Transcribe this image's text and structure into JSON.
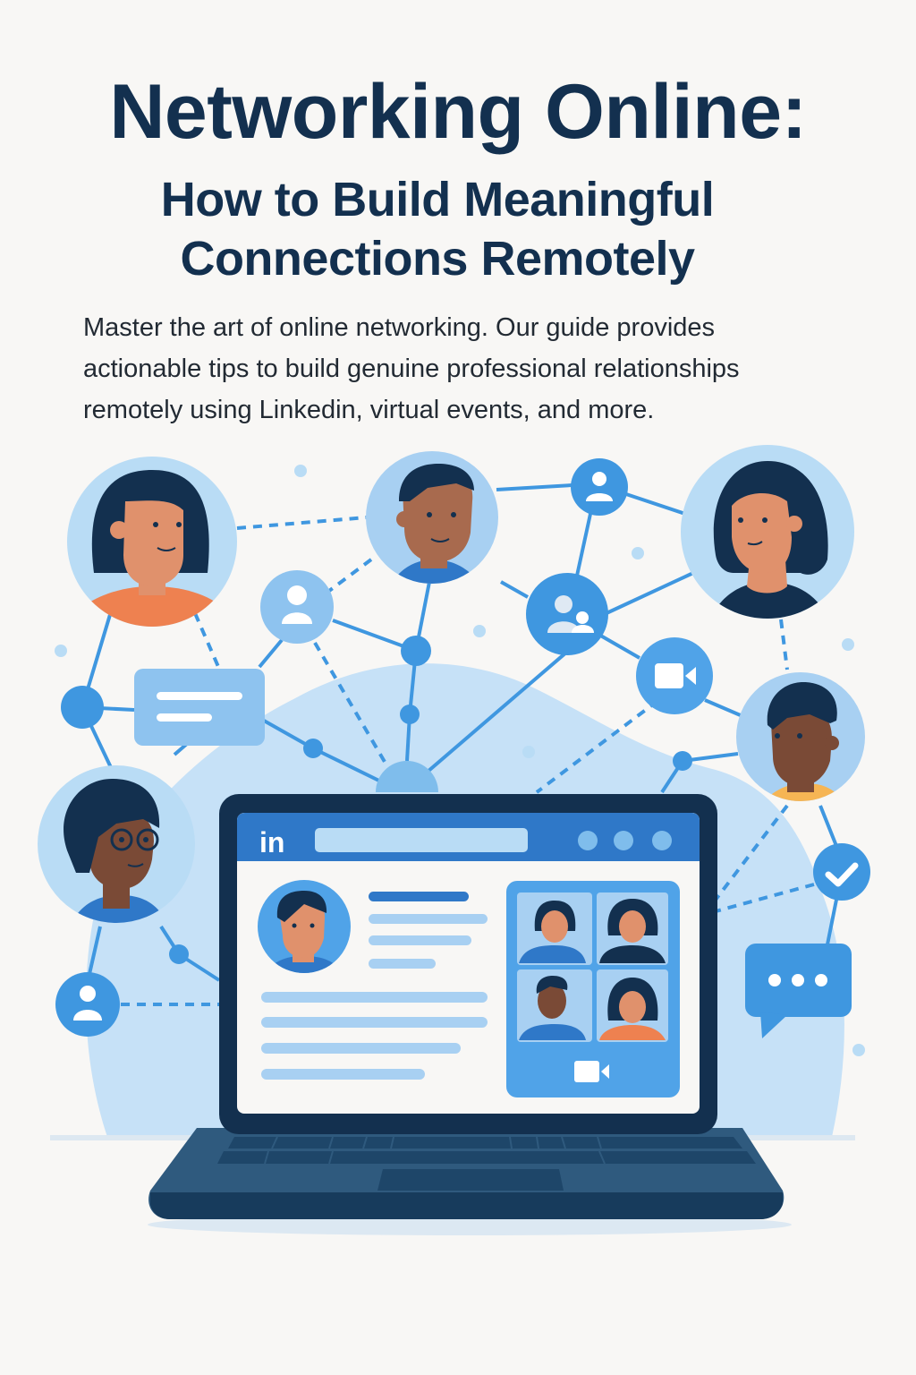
{
  "header": {
    "title": "Networking Online:",
    "subtitle_line1": "How to Build Meaningful",
    "subtitle_line2": "Connections Remotely"
  },
  "description": {
    "line1": "Master the art of online networking. Our guide provides",
    "line2": "actionable tips to build genuine professional relationships",
    "line3": "remotely using Linkedin, virtual events, and more."
  },
  "illustration": {
    "laptop_screen": {
      "brand_logo": "in",
      "video_call_tiles": 4,
      "icons": [
        "profile-avatar",
        "video-camera-icon"
      ]
    },
    "network_nodes": [
      "avatar-woman-orange-shirt",
      "avatar-man",
      "user-icon",
      "avatar-woman-dark-shirt",
      "user-icon",
      "group-icon",
      "video-camera-icon",
      "avatar-man-curly-hair",
      "chat-message-icon",
      "avatar-person-glasses",
      "user-icon",
      "checkmark-icon",
      "speech-bubble-ellipsis-icon"
    ]
  },
  "colors": {
    "background": "#f8f7f5",
    "navy": "#13304f",
    "primary_blue": "#3f97e0",
    "light_blue": "#b9dcf5",
    "medium_blue": "#2f78c8",
    "skin": "#e0916c",
    "orange": "#ee8150"
  }
}
